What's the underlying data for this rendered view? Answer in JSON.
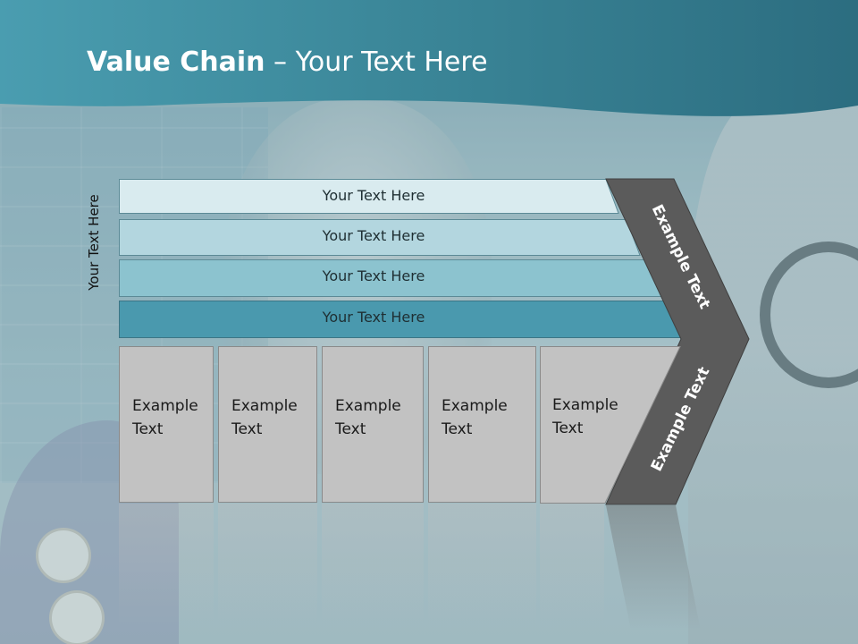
{
  "header": {
    "title_bold": "Value Chain",
    "title_rest": " – Your Text Here"
  },
  "side_label": "Your Text Here",
  "rows": [
    {
      "label": "Your Text Here",
      "color": "#d9ebef"
    },
    {
      "label": "Your Text Here",
      "color": "#b3d6df"
    },
    {
      "label": "Your Text Here",
      "color": "#8cc3cf"
    },
    {
      "label": "Your Text Here",
      "color": "#4a99ae"
    }
  ],
  "boxes": [
    {
      "line1": "Example",
      "line2": "Text"
    },
    {
      "line1": "Example",
      "line2": "Text"
    },
    {
      "line1": "Example",
      "line2": "Text"
    },
    {
      "line1": "Example",
      "line2": "Text"
    },
    {
      "line1": "Example",
      "line2": "Text"
    }
  ],
  "chevron": {
    "upper_label": "Example Text",
    "lower_label": "Example Text",
    "color": "#5b5b5b"
  },
  "colors": {
    "header_teal": "#3d8a9c",
    "box_gray": "#c2c2c2"
  }
}
